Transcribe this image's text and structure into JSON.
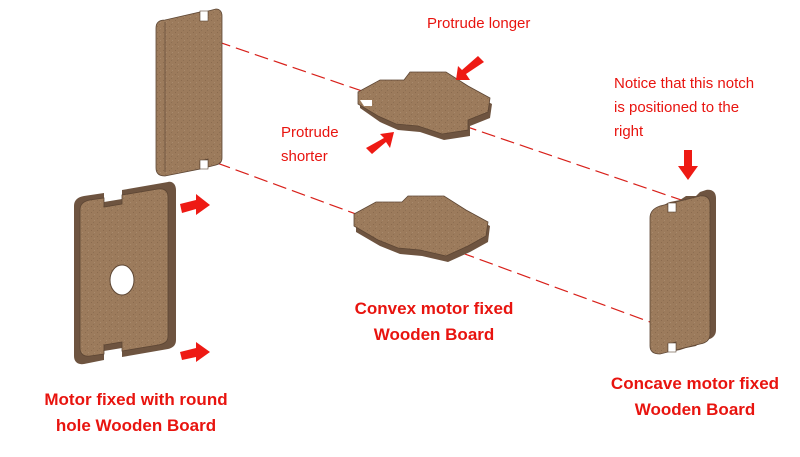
{
  "annotations": {
    "protrude_longer": "Protrude longer",
    "protrude_shorter": [
      "Protrude",
      "shorter"
    ],
    "notice_notch": [
      "Notice that this notch",
      "is positioned to the",
      "right"
    ]
  },
  "captions": {
    "round_hole_board": [
      "Motor fixed with round",
      "hole Wooden Board"
    ],
    "convex_board": [
      "Convex motor fixed",
      "Wooden Board"
    ],
    "concave_board": [
      "Concave motor fixed",
      "Wooden Board"
    ]
  },
  "colors": {
    "label_red": "#e8140f",
    "arrow_red": "#ee1a14",
    "dash_red": "#d8201a",
    "wood_face": "#9c7b5c",
    "wood_light": "#b7977a",
    "wood_dark": "#6e5440"
  }
}
